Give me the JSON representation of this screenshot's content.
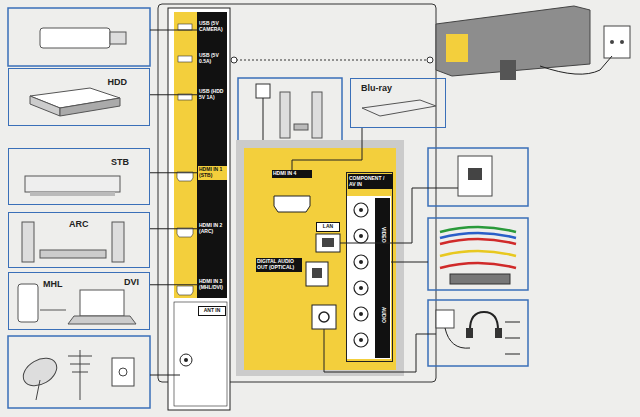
{
  "diagram": {
    "nodes": [
      {
        "text": [
          "USB (5V CAMERA)"
        ]
      },
      {
        "text": [
          "USB (5V 0.5A)"
        ]
      },
      {
        "text": [
          "USB (HDD 5V 1A)"
        ]
      },
      {
        "text": [
          "HDMI IN 1 (STB)"
        ]
      },
      {
        "text": [
          "HDMI IN 2 (ARC)"
        ]
      },
      {
        "text": [
          "HDMI IN 3 (MHL/DVI)"
        ]
      },
      {
        "text": [
          "ANT IN"
        ]
      },
      {
        "text": [
          "HDD"
        ]
      },
      {
        "text": [
          "STB"
        ]
      },
      {
        "text": [
          "ARC"
        ]
      },
      {
        "text": [
          "MHL",
          "DVI"
        ]
      },
      {
        "text": [
          "Blu-ray"
        ]
      },
      {
        "text": [
          "HDMI IN 4"
        ]
      },
      {
        "text": [
          "LAN"
        ]
      },
      {
        "text": [
          "DIGITAL AUDIO OUT (OPTICAL)"
        ]
      },
      {
        "text": [
          "COMPONENT / AV IN",
          "VIDEO",
          "AUDIO"
        ]
      }
    ],
    "edges": [
      {
        "from": 7,
        "to": 2,
        "arrow": "none"
      },
      {
        "from": 8,
        "to": 3,
        "arrow": "none"
      },
      {
        "from": 9,
        "to": 4,
        "arrow": "none"
      },
      {
        "from": 10,
        "to": 5,
        "arrow": "none"
      },
      {
        "from": 11,
        "to": 12,
        "arrow": "none"
      }
    ]
  }
}
